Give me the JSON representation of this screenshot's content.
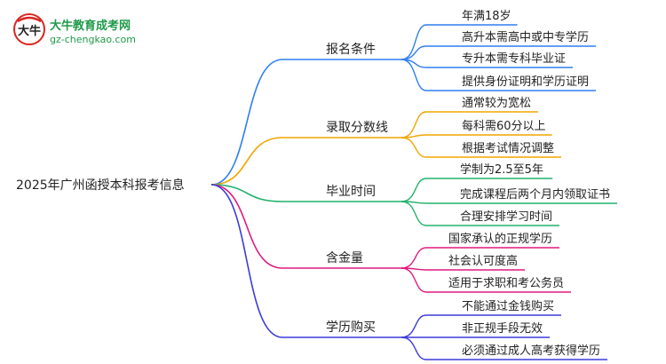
{
  "logo": {
    "title": "大牛教育成考网",
    "subtitle": "gz-chengkao.com",
    "mark_text": "大牛"
  },
  "root": {
    "label": "2025年广州函授本科报考信息"
  },
  "branches": [
    {
      "label": "报名条件",
      "color": "#2f7ff0",
      "leaves": [
        "年满18岁",
        "高升本需高中或中专学历",
        "专升本需专科毕业证",
        "提供身份证明和学历证明"
      ]
    },
    {
      "label": "录取分数线",
      "color": "#f0a500",
      "leaves": [
        "通常较为宽松",
        "每科需60分以上",
        "根据考试情况调整"
      ]
    },
    {
      "label": "毕业时间",
      "color": "#22b26b",
      "leaves": [
        "学制为2.5至5年",
        "完成课程后两个月内领取证书",
        "合理安排学习时间"
      ]
    },
    {
      "label": "含金量",
      "color": "#e0197d",
      "leaves": [
        "国家承认的正规学历",
        "社会认可度高",
        "适用于求职和考公务员"
      ]
    },
    {
      "label": "学历购买",
      "color": "#3b3bdc",
      "leaves": [
        "不能通过金钱购买",
        "非正规手段无效",
        "必须通过成人高考获得学历"
      ]
    }
  ]
}
